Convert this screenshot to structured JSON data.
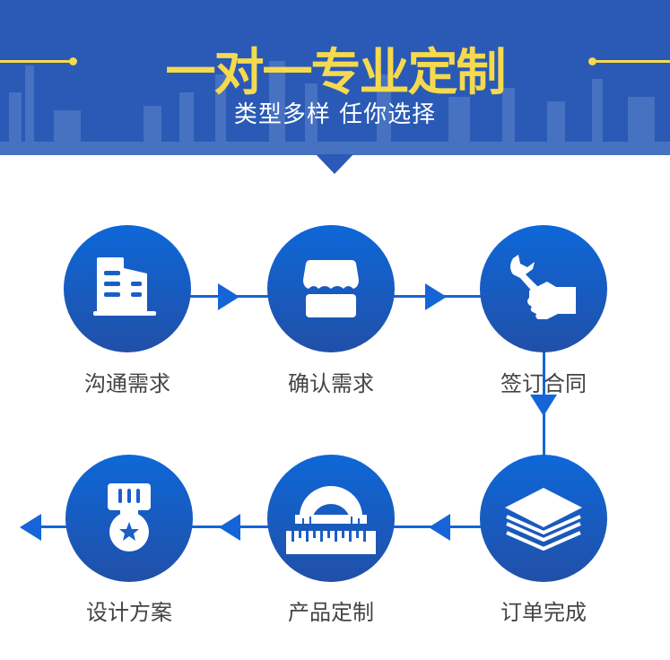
{
  "header": {
    "title": "一对一专业定制",
    "subtitle": "类型多样 任你选择"
  },
  "steps": [
    {
      "label": "沟通需求",
      "icon": "building-icon"
    },
    {
      "label": "确认需求",
      "icon": "shop-icon"
    },
    {
      "label": "签订合同",
      "icon": "hand-wrench-icon"
    },
    {
      "label": "订单完成",
      "icon": "layers-icon"
    },
    {
      "label": "产品定制",
      "icon": "ruler-protractor-icon"
    },
    {
      "label": "设计方案",
      "icon": "medal-icon"
    }
  ],
  "colors": {
    "header": "#2a5ab5",
    "accent": "#f5d94e",
    "line": "#1565d8"
  }
}
